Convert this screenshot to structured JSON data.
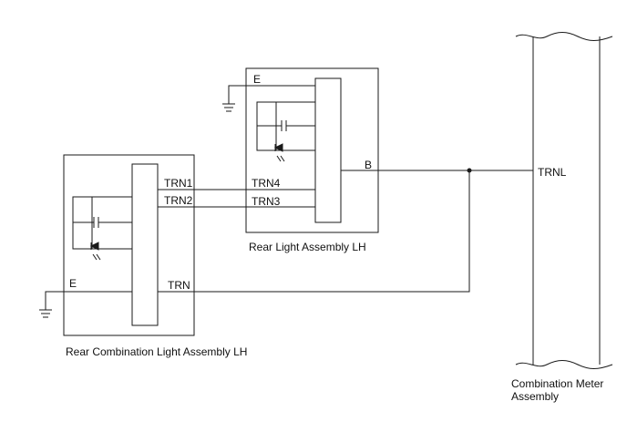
{
  "components": {
    "rear_light": {
      "name": "Rear Light Assembly LH",
      "pins": {
        "ground": "E",
        "output": "B",
        "input_a": "TRN4",
        "input_b": "TRN3"
      }
    },
    "rear_combination": {
      "name": "Rear Combination Light Assembly LH",
      "pins": {
        "out_a": "TRN1",
        "out_b": "TRN2",
        "ground": "E",
        "input": "TRN"
      }
    },
    "meter": {
      "name_line1": "Combination Meter",
      "name_line2": "Assembly",
      "pin": "TRNL"
    }
  }
}
